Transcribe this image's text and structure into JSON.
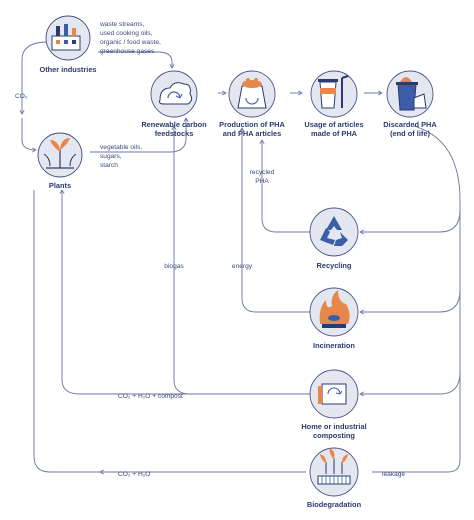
{
  "nodes": {
    "other_industries": "Other industries",
    "plants": "Plants",
    "feedstocks": [
      "Renewable carbon",
      "feedstocks"
    ],
    "production": [
      "Production of PHA",
      "and PHA articles"
    ],
    "usage": [
      "Usage of articles",
      "made of PHA"
    ],
    "discarded": [
      "Discarded PHA",
      "(end of life)"
    ],
    "recycling": "Recycling",
    "incineration": "Incineration",
    "composting": [
      "Home or industrial",
      "composting"
    ],
    "biodegradation": "Biodegradation"
  },
  "notes": {
    "waste": [
      "waste streams,",
      "used cooking oils,",
      "organic / food waste,",
      "greenhouse gases"
    ],
    "veg": [
      "vegetable oils,",
      "sugars,",
      "starch"
    ],
    "co2": "CO₂",
    "recycled": [
      "recycled",
      "PHA"
    ],
    "biogas": "biogas",
    "energy": "energy",
    "compost_out": "CO₂ + H₂O + compost",
    "biodeg_out": "CO₂ + H₂O",
    "leakage": "leakage"
  },
  "colors": {
    "navy": "#2b3b6e",
    "circle_fill": "#e4e7f0",
    "line": "#6a75a3",
    "accent_orange": "#e8874a",
    "accent_blue": "#3a5fa8",
    "accent_green": "#8ab86a"
  }
}
